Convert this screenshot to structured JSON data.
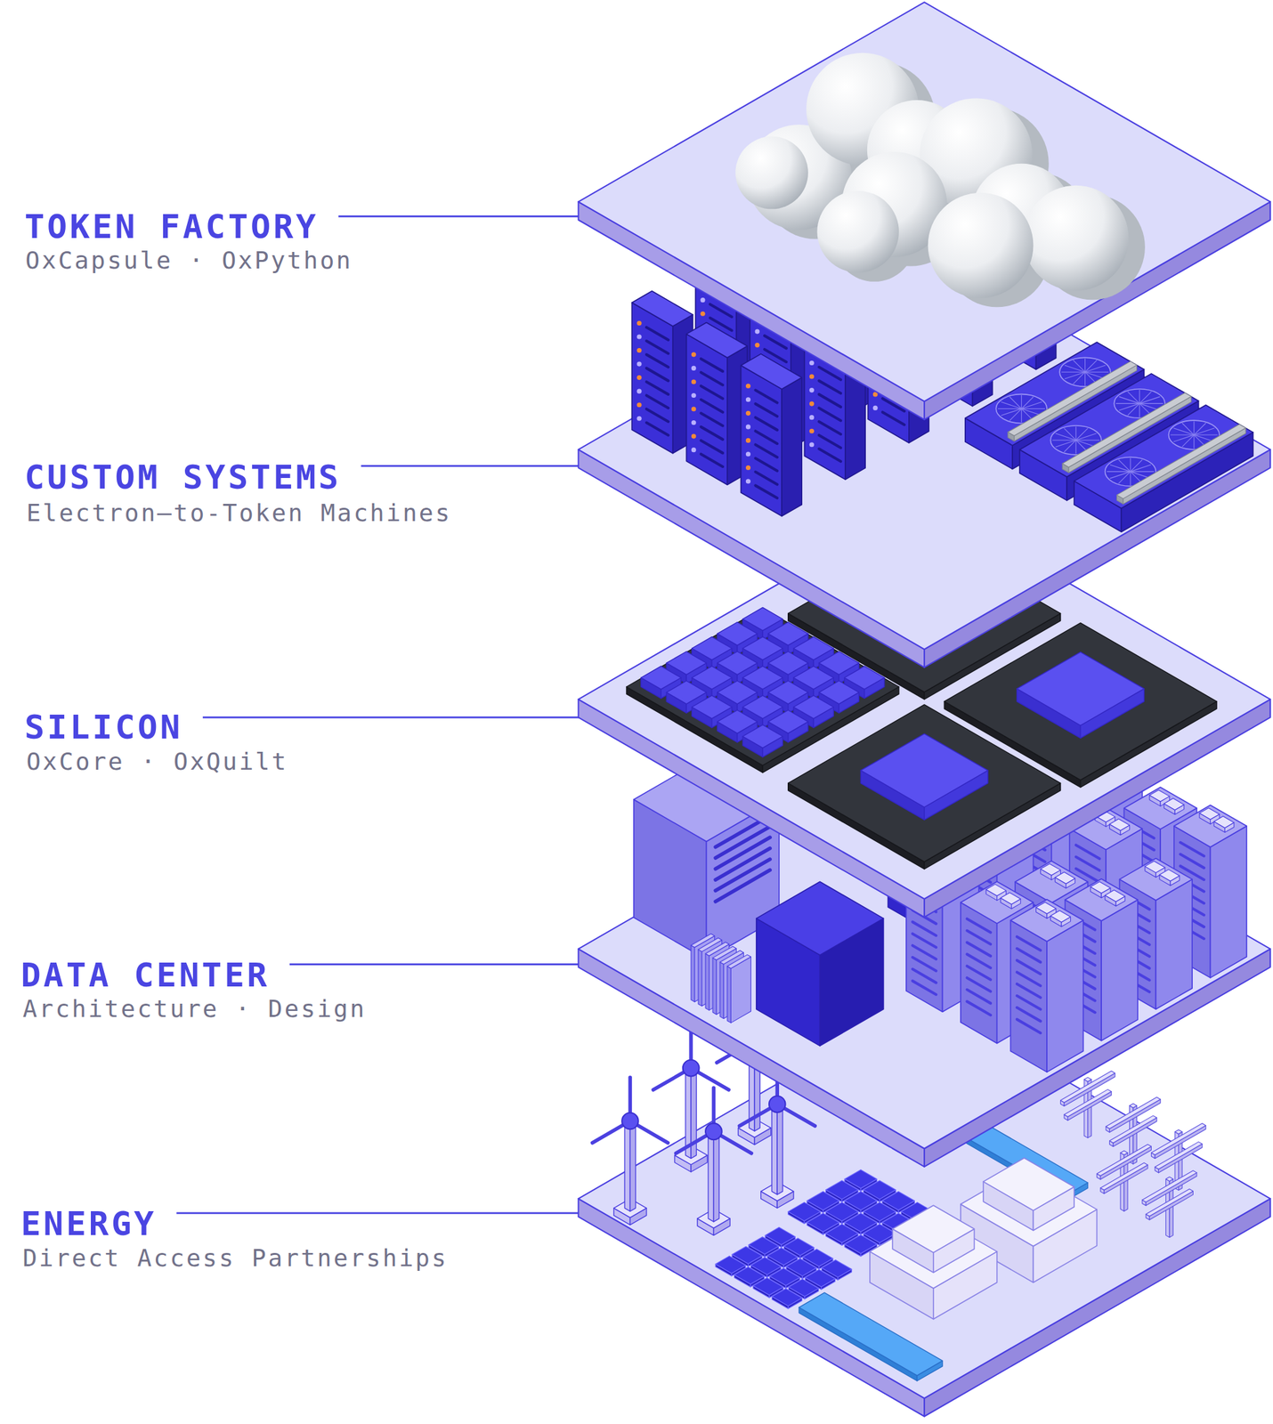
{
  "diagram": {
    "labels": [
      "TOKEN FACTORY",
      "OxCapsule · OxPython",
      "CUSTOM SYSTEMS",
      "Electron–to-Token Machines",
      "SILICON",
      "OxCore · OxQuilt",
      "DATA CENTER",
      "Architecture · Design",
      "ENERGY",
      "Direct Access Partnerships"
    ]
  }
}
